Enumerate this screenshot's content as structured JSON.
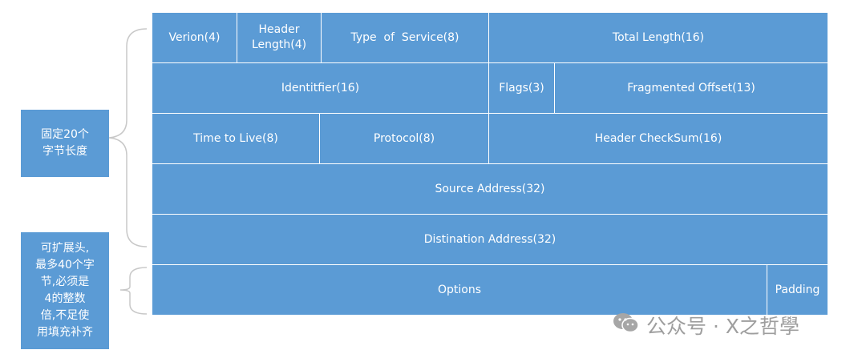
{
  "header": {
    "row1": {
      "version": "Verion(4)",
      "header_length": "Header Length(4)",
      "tos": "Type  of  Service(8)",
      "total_length": "Total Length(16)"
    },
    "row2": {
      "identifier": "Identitfier(16)",
      "flags": "Flags(3)",
      "fragment_offset": "Fragmented Offset(13)"
    },
    "row3": {
      "ttl": "Time to Live(8)",
      "protocol": "Protocol(8)",
      "checksum": "Header CheckSum(16)"
    },
    "row4": {
      "source": "Source Address(32)"
    },
    "row5": {
      "destination": "Distination Address(32)"
    },
    "row6": {
      "options": "Options",
      "padding": "Padding"
    }
  },
  "annotations": {
    "fixed": "固定20个\n字节长度",
    "extendable": "可扩展头,\n最多40个字\n节,必须是\n4的整数\n倍,不足使\n用填充补齐"
  },
  "watermark": {
    "icon": "wechat-icon",
    "text": "公众号 · X之哲學"
  },
  "colors": {
    "cell_fill": "#5b9bd5",
    "cell_text": "#ffffff",
    "brace": "#c8c8c8",
    "watermark": "#9e9e9e"
  }
}
